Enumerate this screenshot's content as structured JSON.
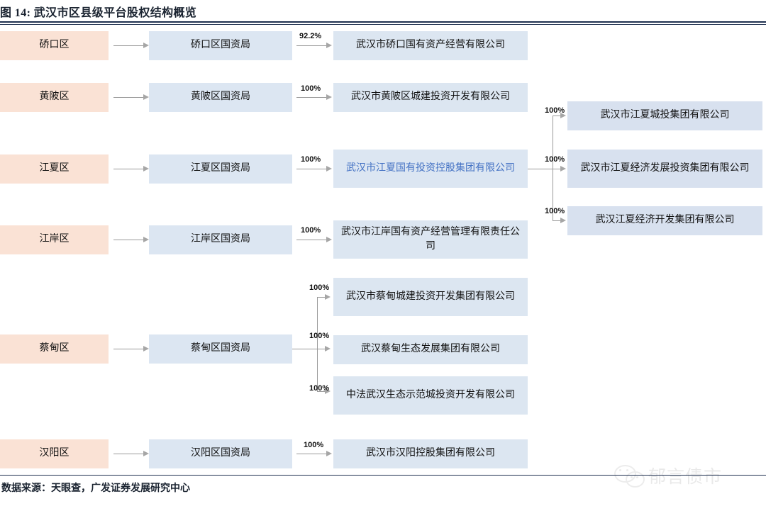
{
  "header": {
    "figure_label": "图 14:",
    "title": "武汉市区县级平台股权结构概览",
    "full_title": "图 14:  武汉市区县级平台股权结构概览"
  },
  "footer": {
    "source": "数据来源：天眼查，广发证券发展研究中心"
  },
  "watermark": {
    "text": "郁言债市",
    "icon": "wechat-icon"
  },
  "colors": {
    "district_bg": "#fae2d5",
    "bureau_bg": "#dce6f2",
    "company_bg": "#dce6f1",
    "highlight_text": "#4472c4",
    "connector": "#9a9a9a",
    "rule": "#1f3050"
  },
  "rows": [
    {
      "district": "硚口区",
      "bureau": "硚口区国资局",
      "pct_bureau_to_company": "92.2%",
      "companies": [
        {
          "name": "武汉市硚口国有资产经营有限公司"
        }
      ]
    },
    {
      "district": "黄陂区",
      "bureau": "黄陂区国资局",
      "pct_bureau_to_company": "100%",
      "companies": [
        {
          "name": "武汉市黄陂区城建投资开发有限公司"
        }
      ]
    },
    {
      "district": "江夏区",
      "bureau": "江夏区国资局",
      "pct_bureau_to_company": "100%",
      "companies": [
        {
          "name": "武汉市江夏国有投资控股集团有限公司",
          "highlight": true
        }
      ],
      "subsidiaries": [
        {
          "pct": "100%",
          "name": "武汉市江夏城投集团有限公司"
        },
        {
          "pct": "100%",
          "name": "武汉市江夏经济发展投资集团有限公司"
        },
        {
          "pct": "100%",
          "name": "武汉江夏经济开发集团有限公司"
        }
      ]
    },
    {
      "district": "江岸区",
      "bureau": "江岸区国资局",
      "pct_bureau_to_company": "100%",
      "companies": [
        {
          "name": "武汉市江岸国有资产经营管理有限责任公司"
        }
      ]
    },
    {
      "district": "蔡甸区",
      "bureau": "蔡甸区国资局",
      "companies": [
        {
          "pct": "100%",
          "name": "武汉市蔡甸城建投资开发集团有限公司"
        },
        {
          "pct": "100%",
          "name": "武汉蔡甸生态发展集团有限公司"
        },
        {
          "pct": "100%",
          "name": "中法武汉生态示范城投资开发有限公司"
        }
      ]
    },
    {
      "district": "汉阳区",
      "bureau": "汉阳区国资局",
      "pct_bureau_to_company": "100%",
      "companies": [
        {
          "name": "武汉市汉阳控股集团有限公司"
        }
      ]
    }
  ]
}
